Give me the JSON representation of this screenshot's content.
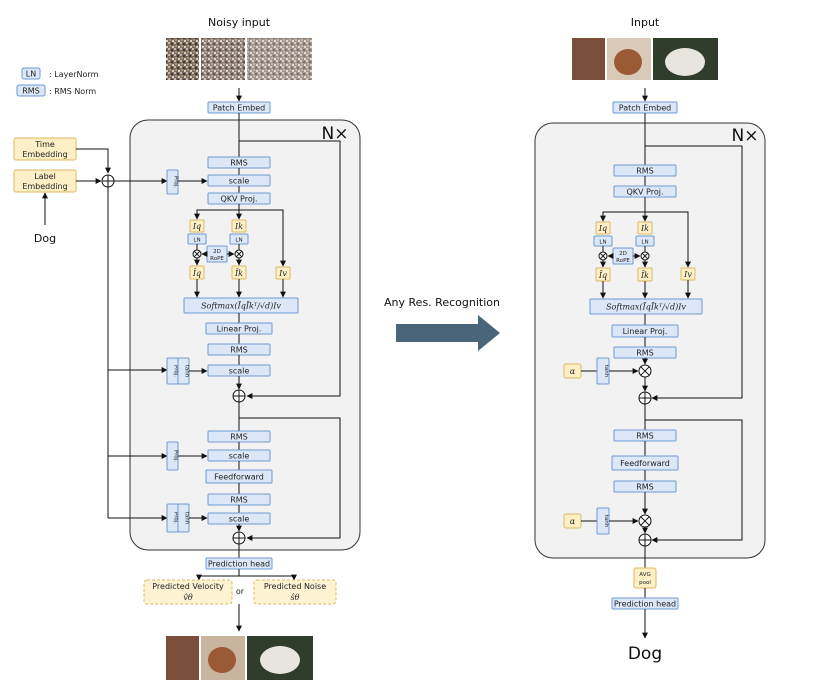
{
  "legend": {
    "ln_key": "LN",
    "ln_desc": ": LayerNorm",
    "rms_key": "RMS",
    "rms_desc": ": RMS Norm"
  },
  "left": {
    "title": "Noisy input",
    "patch_embed": "Patch Embed",
    "repeat": "N×",
    "time_embedding_1": "Time",
    "time_embedding_2": "Embedding",
    "label_embedding_1": "Label",
    "label_embedding_2": "Embedding",
    "class_label": "Dog",
    "proj": "Proj.",
    "tanh": "tanh",
    "rms": "RMS",
    "scale": "scale",
    "qkv": "QKV Proj.",
    "iq": "Iq",
    "ik": "Ik",
    "iv": "Iv",
    "ln": "LN",
    "rope_1": "2D",
    "rope_2": "RoPE",
    "iq_hat": "Īq",
    "ik_hat": "Īk",
    "softmax": "Softmax(ĪqĪkᵀ/√d)Iv",
    "linear_proj": "Linear Proj.",
    "feedforward": "Feedforward",
    "prediction_head": "Prediction head",
    "pred_velocity_1": "Predicted Velocity",
    "pred_velocity_2": "v̂θ",
    "or": "or",
    "pred_noise_1": "Predicted Noise",
    "pred_noise_2": "ŝθ"
  },
  "middle": {
    "arrow_label": "Any Res. Recognition"
  },
  "right": {
    "title": "Input",
    "patch_embed": "Patch Embed",
    "repeat": "N×",
    "rms": "RMS",
    "qkv": "QKV Proj.",
    "iq": "Iq",
    "ik": "Ik",
    "iv": "Iv",
    "ln": "LN",
    "rope_1": "2D",
    "rope_2": "RoPE",
    "iq_hat": "Īq",
    "ik_hat": "Īk",
    "softmax": "Softmax(ĪqĪkᵀ/√d)Iv",
    "linear_proj": "Linear Proj.",
    "alpha": "α",
    "tanh": "tanh",
    "feedforward": "Feedforward",
    "avg_pool_1": "AVG",
    "avg_pool_2": "pool",
    "prediction_head": "Prediction head",
    "output_label": "Dog"
  },
  "colors": {
    "block_fill": "#dce8f7",
    "block_stroke": "#6d9ad3",
    "embed_fill": "#fdf0c7",
    "embed_stroke": "#e0b962",
    "panel": "#f2f2f2",
    "arrow": "#4a6478"
  },
  "icons": [
    "noisy-image-thumbnail",
    "dog-image-thumbnail",
    "multiply-operator-icon",
    "add-operator-icon",
    "big-arrow-icon"
  ]
}
